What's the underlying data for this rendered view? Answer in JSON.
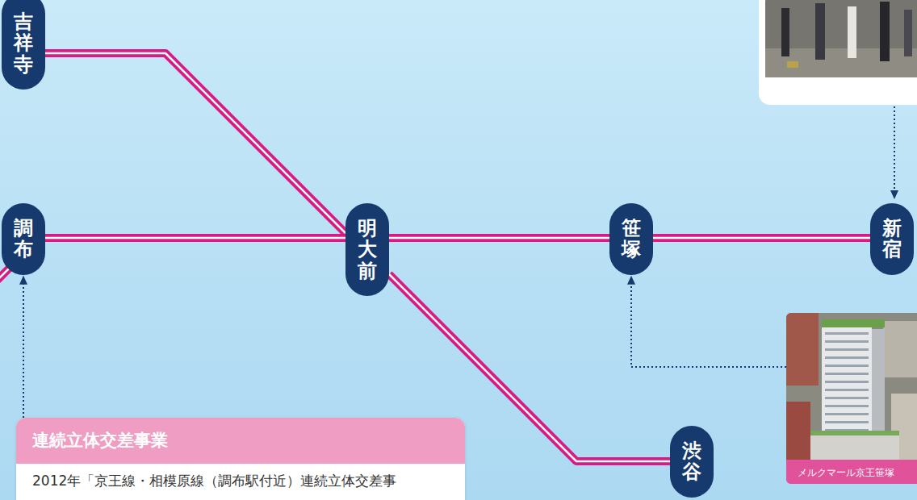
{
  "diagram": {
    "nodes": [
      {
        "text": [
          "吉祥寺"
        ]
      },
      {
        "text": [
          "調布"
        ]
      },
      {
        "text": [
          "明大前"
        ]
      },
      {
        "text": [
          "笹塚"
        ]
      },
      {
        "text": [
          "新宿"
        ]
      },
      {
        "text": [
          "渋谷"
        ]
      },
      {
        "text": [
          "連続立体交差事業",
          "2012年「京王線・相模原線（調布駅付近）連続立体交差事"
        ]
      },
      {
        "text": [
          "メルクマール京王笹塚"
        ]
      }
    ],
    "edges": [
      {
        "from": 0,
        "to": 2,
        "arrow": "none"
      },
      {
        "from": 1,
        "to": 2,
        "arrow": "none"
      },
      {
        "from": 2,
        "to": 3,
        "arrow": "none"
      },
      {
        "from": 3,
        "to": 4,
        "arrow": "none"
      },
      {
        "from": 2,
        "to": 5,
        "arrow": "none"
      },
      {
        "from": 6,
        "to": 1,
        "arrow": "to"
      },
      {
        "from": 7,
        "to": 3,
        "arrow": "to"
      }
    ]
  }
}
